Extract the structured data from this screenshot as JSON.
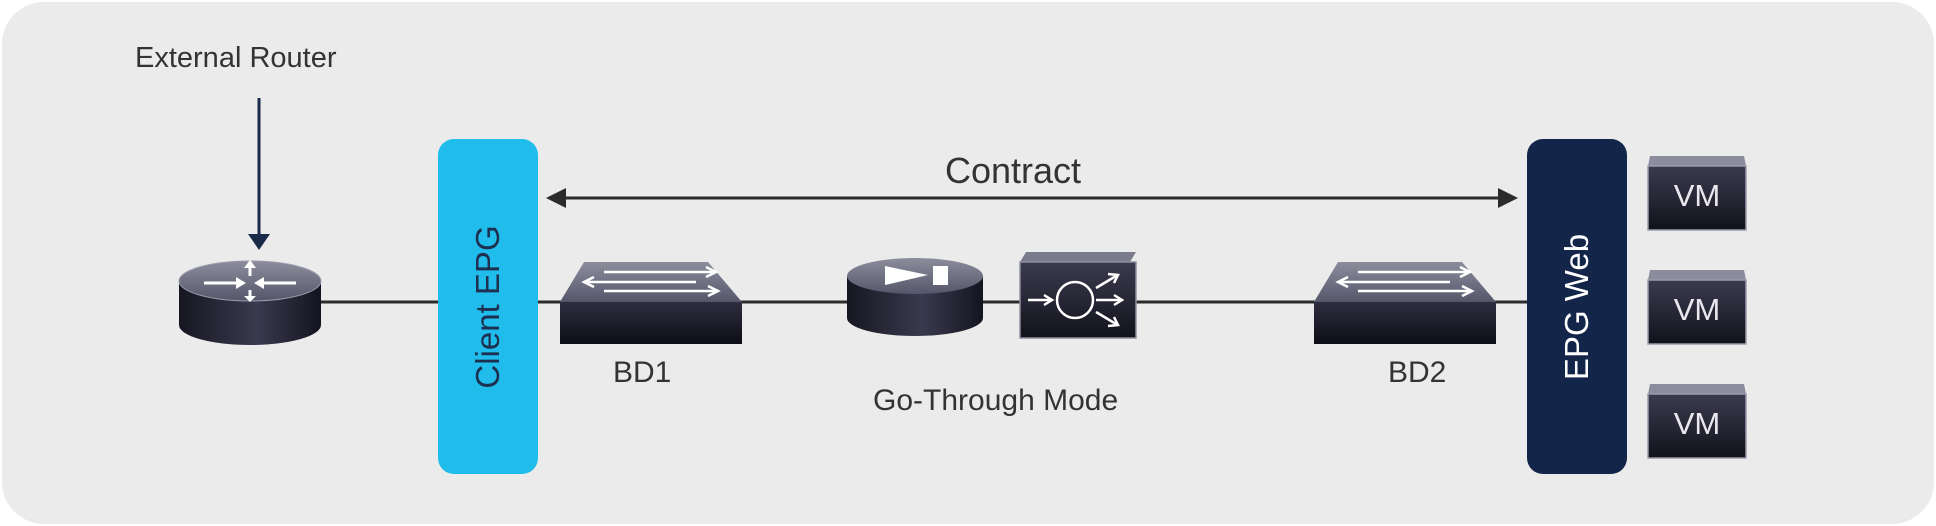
{
  "labels": {
    "external_router": "External Router",
    "contract": "Contract",
    "bd1": "BD1",
    "bd2": "BD2",
    "mode": "Go-Through Mode"
  },
  "epgs": {
    "client": {
      "label": "Client EPG",
      "color": "#1fbcec"
    },
    "web": {
      "label": "EPG Web",
      "color": "#14254a"
    }
  },
  "vms": [
    "VM",
    "VM",
    "VM"
  ],
  "colors": {
    "background": "#ebebeb",
    "arrow": "#1a2b4a",
    "device_dark": "#1c1c2a",
    "device_top": "#6b6c7c",
    "text": "#333333"
  },
  "icons": [
    "router-icon",
    "switch-icon",
    "firewall-icon",
    "load-balancer-icon",
    "vm-icon"
  ]
}
